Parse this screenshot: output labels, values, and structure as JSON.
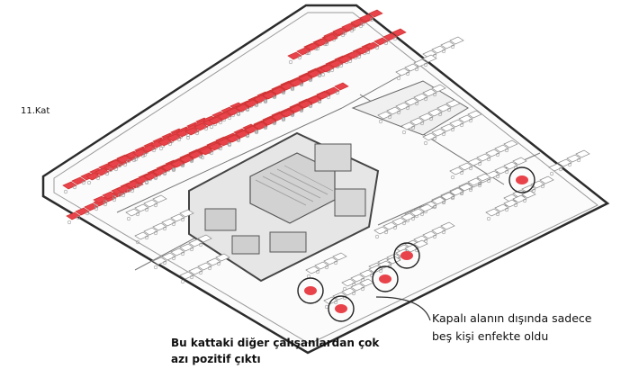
{
  "floor": {
    "label": "11.Kat"
  },
  "captions": {
    "others_line1": "Bu kattaki diğer çalışanlardan çok",
    "others_line2": "azı pozitif çıktı",
    "outside_line1": "Kapalı alanın dışında sadece",
    "outside_line2": "beş kişi enfekte oldu"
  },
  "legend_colors": {
    "infected": "#e8434a",
    "desk_outline": "#8a8a8a",
    "wall": "#444444",
    "background": "#ffffff"
  },
  "counts": {
    "infected_outside_closed_area": 5
  }
}
